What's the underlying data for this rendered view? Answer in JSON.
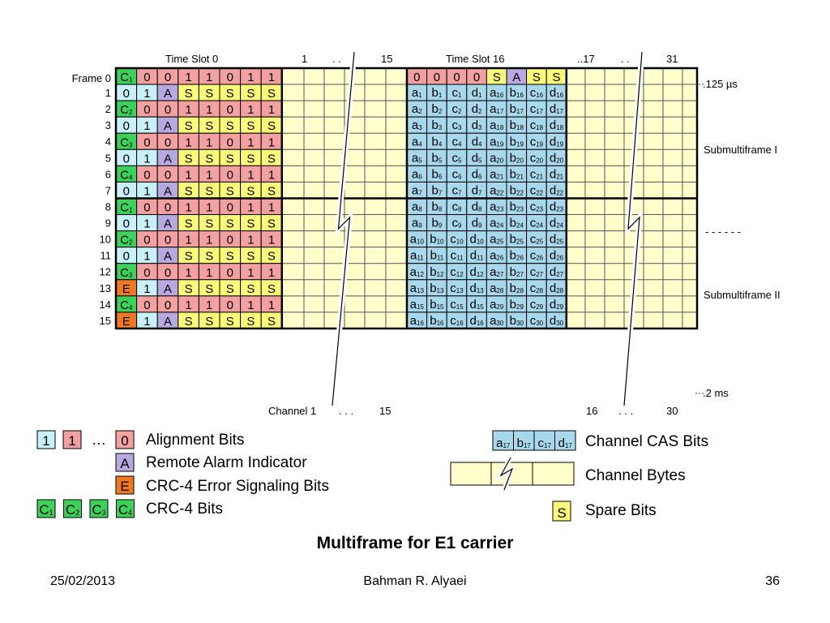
{
  "diagram": {
    "timeslot0_label": "Time Slot 0",
    "label_1": "1",
    "label_15": "15",
    "timeslot16_label": "Time Slot 16",
    "label_17": "..17",
    "label_31": "31",
    "dots": ". .",
    "frame0_label": "Frame 0",
    "frame_numbers": [
      "1",
      "2",
      "3",
      "4",
      "5",
      "6",
      "7",
      "8",
      "9",
      "10",
      "11",
      "12",
      "13",
      "14",
      "15"
    ],
    "ts0_rows": [
      [
        "C1",
        "0",
        "0",
        "1",
        "1",
        "0",
        "1",
        "1"
      ],
      [
        "0",
        "1",
        "A",
        "S",
        "S",
        "S",
        "S",
        "S"
      ],
      [
        "C2",
        "0",
        "0",
        "1",
        "1",
        "0",
        "1",
        "1"
      ],
      [
        "0",
        "1",
        "A",
        "S",
        "S",
        "S",
        "S",
        "S"
      ],
      [
        "C3",
        "0",
        "0",
        "1",
        "1",
        "0",
        "1",
        "1"
      ],
      [
        "0",
        "1",
        "A",
        "S",
        "S",
        "S",
        "S",
        "S"
      ],
      [
        "C4",
        "0",
        "0",
        "1",
        "1",
        "0",
        "1",
        "1"
      ],
      [
        "0",
        "1",
        "A",
        "S",
        "S",
        "S",
        "S",
        "S"
      ],
      [
        "C1",
        "0",
        "0",
        "1",
        "1",
        "0",
        "1",
        "1"
      ],
      [
        "0",
        "1",
        "A",
        "S",
        "S",
        "S",
        "S",
        "S"
      ],
      [
        "C2",
        "0",
        "0",
        "1",
        "1",
        "0",
        "1",
        "1"
      ],
      [
        "0",
        "1",
        "A",
        "S",
        "S",
        "S",
        "S",
        "S"
      ],
      [
        "C3",
        "0",
        "0",
        "1",
        "1",
        "0",
        "1",
        "1"
      ],
      [
        "E",
        "1",
        "A",
        "S",
        "S",
        "S",
        "S",
        "S"
      ],
      [
        "C4",
        "0",
        "0",
        "1",
        "1",
        "0",
        "1",
        "1"
      ],
      [
        "E",
        "1",
        "A",
        "S",
        "S",
        "S",
        "S",
        "S"
      ]
    ],
    "ts16_row0": [
      "0",
      "0",
      "0",
      "0",
      "S",
      "A",
      "S",
      "S"
    ],
    "cas_rows": [
      [
        "a1",
        "b1",
        "c1",
        "d1",
        "a16",
        "b16",
        "c16",
        "d16"
      ],
      [
        "a2",
        "b2",
        "c2",
        "d2",
        "a17",
        "b17",
        "c17",
        "d17"
      ],
      [
        "a3",
        "b3",
        "c3",
        "d3",
        "a18",
        "b18",
        "c18",
        "d18"
      ],
      [
        "a4",
        "b4",
        "c4",
        "d4",
        "a19",
        "b19",
        "c19",
        "d19"
      ],
      [
        "a5",
        "b5",
        "c5",
        "d5",
        "a20",
        "b20",
        "c20",
        "d20"
      ],
      [
        "a6",
        "b6",
        "c6",
        "d6",
        "a21",
        "b21",
        "c21",
        "d21"
      ],
      [
        "a7",
        "b7",
        "c7",
        "d7",
        "a22",
        "b22",
        "c22",
        "d22"
      ],
      [
        "a8",
        "b8",
        "c8",
        "d8",
        "a23",
        "b23",
        "c23",
        "d23"
      ],
      [
        "a9",
        "b9",
        "c9",
        "d9",
        "a24",
        "b24",
        "c24",
        "d24"
      ],
      [
        "a10",
        "b10",
        "c10",
        "d10",
        "a25",
        "b25",
        "c25",
        "d25"
      ],
      [
        "a11",
        "b11",
        "c11",
        "d11",
        "a26",
        "b26",
        "c26",
        "d26"
      ],
      [
        "a12",
        "b12",
        "c12",
        "d12",
        "a27",
        "b27",
        "c27",
        "d27"
      ],
      [
        "a13",
        "b13",
        "c13",
        "d13",
        "a28",
        "b28",
        "c28",
        "d28"
      ],
      [
        "a15",
        "b15",
        "c15",
        "d15",
        "a29",
        "b29",
        "c29",
        "d29"
      ],
      [
        "a16",
        "b16",
        "c16",
        "d16",
        "a30",
        "b30",
        "c30",
        "d30"
      ]
    ],
    "right_label_top": ".125 µs",
    "submultiframe1": "Submultiframe I",
    "dashes": "- - - - - -",
    "submultiframe2": "Submultiframe II",
    "right_label_bottom": ".2 ms",
    "bottom_channel1": "Channel 1",
    "bottom_15": "15",
    "bottom_16": "16",
    "bottom_30": "30",
    "bottom_dots": ". . .",
    "colors": {
      "crc": "#3cd25a",
      "cyan": "#c8f0f8",
      "pink": "#f2a0a0",
      "purple": "#b8a8e0",
      "spare": "#fafa78",
      "error": "#f07820",
      "channel": "#ffffcc",
      "cas": "#a8d8ec"
    }
  },
  "legend": {
    "align_sample": [
      "1",
      "1",
      "0"
    ],
    "align_ellipsis": "…",
    "align_label": "Alignment Bits",
    "remote_sample": "A",
    "remote_label": "Remote Alarm Indicator",
    "error_sample": "E",
    "error_label": "CRC-4 Error Signaling Bits",
    "crc_samples": [
      "C1",
      "C2",
      "C3",
      "C4"
    ],
    "crc_label": "CRC-4 Bits",
    "cas_sample": [
      "a17",
      "b17",
      "c17",
      "d17"
    ],
    "cas_label": "Channel CAS Bits",
    "bytes_label": "Channel Bytes",
    "spare_sample": "S",
    "spare_label": "Spare Bits"
  },
  "caption": "Multiframe for E1 carrier",
  "footer": {
    "date": "25/02/2013",
    "author": "Bahman R. Alyaei",
    "page": "36"
  }
}
